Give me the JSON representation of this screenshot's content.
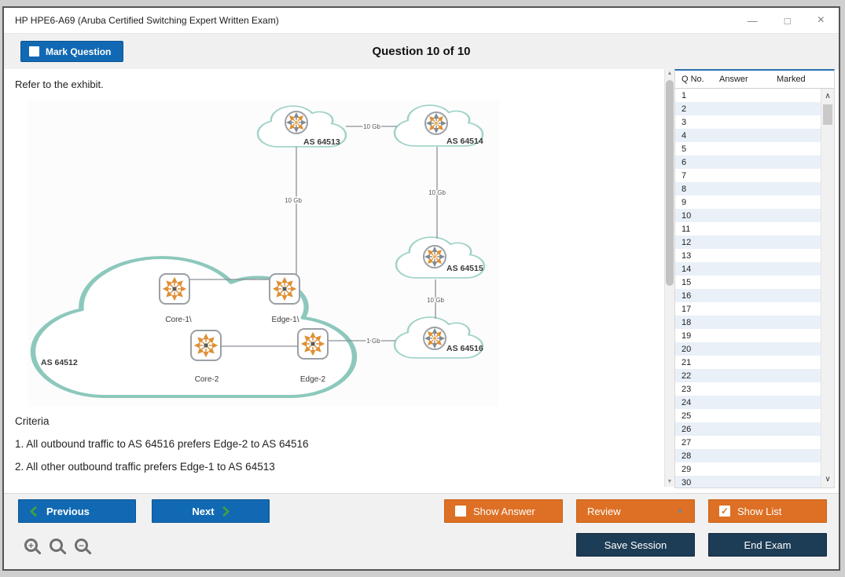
{
  "window": {
    "title": "HP HPE6-A69 (Aruba Certified Switching Expert Written Exam)"
  },
  "icons": {
    "minimize": "—",
    "maximize": "□",
    "close": "×",
    "check": "✓",
    "triangle_up": "▲",
    "scroll_up": "▲",
    "scroll_down": "▼",
    "chevron_up": "∧",
    "chevron_down": "∨",
    "zoom_in": "+",
    "zoom_out": "−"
  },
  "header": {
    "mark_question": "Mark Question",
    "question_counter": "Question 10 of 10"
  },
  "content": {
    "refer_text": "Refer to the exhibit.",
    "criteria_title": "Criteria",
    "criteria_items": [
      "1. All outbound traffic to AS 64516 prefers Edge-2 to AS 64516",
      "2. All other outbound traffic prefers Edge-1 to AS 64513"
    ]
  },
  "diagram": {
    "labels": {
      "as64512": "AS 64512",
      "as64513": "AS 64513",
      "as64514": "AS 64514",
      "as64515": "AS 64515",
      "as64516": "AS 64516",
      "core1": "Core-1\\",
      "edge1": "Edge-1\\",
      "core2": "Core-2",
      "edge2": "Edge-2",
      "gb10": "10 Gb",
      "gb1": "1 Gb"
    }
  },
  "question_list": {
    "headers": [
      "Q No.",
      "Answer",
      "Marked"
    ],
    "rows": [
      "1",
      "2",
      "3",
      "4",
      "5",
      "6",
      "7",
      "8",
      "9",
      "10",
      "11",
      "12",
      "13",
      "14",
      "15",
      "16",
      "17",
      "18",
      "19",
      "20",
      "21",
      "22",
      "23",
      "24",
      "25",
      "26",
      "27",
      "28",
      "29",
      "30"
    ]
  },
  "footer": {
    "previous": "Previous",
    "next": "Next",
    "show_answer": "Show Answer",
    "review": "Review",
    "show_list": "Show List",
    "save_session": "Save Session",
    "end_exam": "End Exam"
  },
  "colors": {
    "accent_blue": "#1269b3",
    "accent_orange": "#dd7024",
    "navy": "#1d3c55",
    "green": "#3fa33c",
    "row_alt": "#e9f0f8",
    "cloud_teal": "#9fd2c8",
    "router_orange": "#de9036"
  }
}
